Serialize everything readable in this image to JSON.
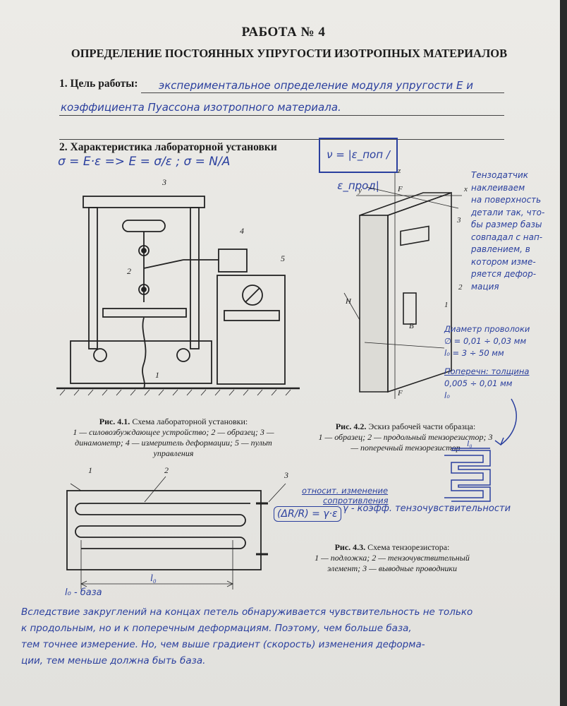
{
  "document": {
    "title": "РАБОТА № 4",
    "subtitle": "ОПРЕДЕЛЕНИЕ ПОСТОЯННЫХ УПРУГОСТИ ИЗОТРОПНЫХ МАТЕРИАЛОВ",
    "section1": {
      "heading": "1. Цель работы:",
      "handwritten_line1": "экспериментальное определение модуля упругости E и",
      "handwritten_line2": "коэффициента Пуассона изотропного материала."
    },
    "section2": {
      "heading": "2. Характеристика лабораторной установки",
      "formula_hand": "σ = E·ε => E = σ/ε ; σ = N/A",
      "boxed_formula": "ν = |ε_поп / ε_прод|"
    },
    "figure1": {
      "caption_title": "Рис. 4.1.",
      "caption_text": "Схема лабораторной установки:",
      "caption_legend": "1 — силовозбуждающее устройство; 2 — образец; 3 — динамометр; 4 — измеритель деформации; 5 — пульт управления",
      "labels": [
        "1",
        "2",
        "3",
        "4",
        "5"
      ]
    },
    "figure2": {
      "caption_title": "Рис. 4.2.",
      "caption_text": "Эскиз рабочей части образца:",
      "caption_legend": "1 — образец; 2 — продольный тензорезистор; 3 — поперечный тензорезистор",
      "labels": [
        "1",
        "2",
        "3",
        "H",
        "B",
        "F",
        "F",
        "x",
        "y",
        "z"
      ]
    },
    "figure3": {
      "caption_title": "Рис. 4.3.",
      "caption_text": "Схема тензорезистора:",
      "caption_legend": "1 — подложка; 2 — тензочувствительный элемент; 3 — выводные проводники",
      "labels": [
        "1",
        "2",
        "3"
      ],
      "base_label": "l₀",
      "base_note": "l₀ - база"
    },
    "handwritten_notes": {
      "right_note": [
        "Тензодатчик",
        "наклеиваем",
        "на поверхность",
        "детали так, что-",
        "бы размер базы",
        "совпадал с нап-",
        "равлением, в",
        "котором изме-",
        "ряется дефор-",
        "мация"
      ],
      "wire_note": [
        "Диаметр проволоки",
        "∅ = 0,01 ÷ 0,03 мм",
        "l₀ = 3 ÷ 50 мм"
      ],
      "foil_note": [
        "Поперечн: толщина",
        "0,005 ÷ 0,01 мм",
        "l₀"
      ],
      "resistance_note": [
        "относит. изменение",
        "сопротивления"
      ],
      "resistance_formula": "(ΔR/R) = γ·ε",
      "gamma_note": "γ - коэфф. тензочувствительности",
      "bottom_note": [
        "Вследствие закруглений на концах петель обнаруживается чувствительность не только",
        "к продольным, но и к поперечным деформациям. Поэтому, чем больше база,",
        "тем точнее измерение. Но, чем выше градиент (скорость) изменения деформа-",
        "ции, тем меньше должна быть база."
      ]
    },
    "colors": {
      "ink": "#2a3f9e",
      "print": "#1b1b1b",
      "paper": "#e8e7e3"
    }
  }
}
